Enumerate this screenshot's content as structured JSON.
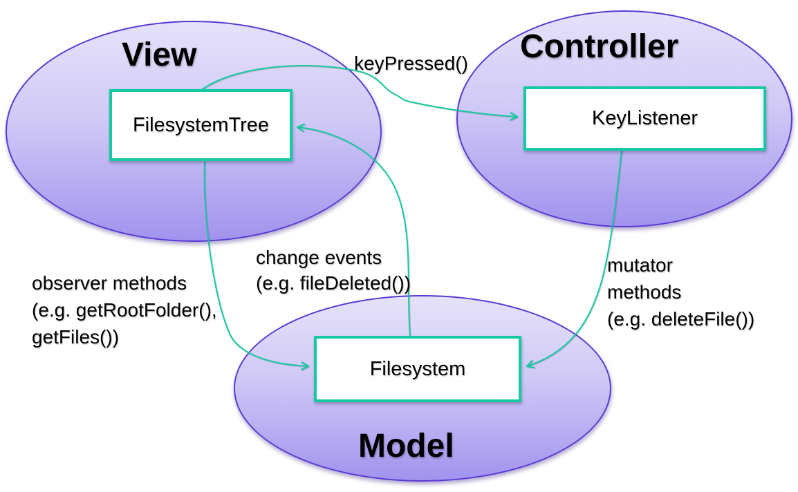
{
  "colors": {
    "ellipse_border": "#5a38d4",
    "ellipse_fill_top": "#e5e2fa",
    "ellipse_fill_bottom": "#a193ee",
    "box_border": "#15c9a0",
    "box_fill": "#ffffff",
    "arrow": "#15c9a0",
    "text": "#000000"
  },
  "regions": {
    "view": {
      "title": "View",
      "component": "FilesystemTree"
    },
    "controller": {
      "title": "Controller",
      "component": "KeyListener"
    },
    "model": {
      "title": "Model",
      "component": "Filesystem"
    }
  },
  "edges": {
    "key_pressed": {
      "from": "FilesystemTree",
      "to": "KeyListener",
      "lines": [
        "keyPressed()"
      ]
    },
    "change_events": {
      "from": "Filesystem",
      "to": "FilesystemTree",
      "lines": [
        "change events",
        "(e.g. fileDeleted())"
      ]
    },
    "observer_methods": {
      "from": "FilesystemTree",
      "to": "Filesystem",
      "lines": [
        "observer methods",
        "(e.g. getRootFolder(),",
        "getFiles())"
      ]
    },
    "mutator_methods": {
      "from": "KeyListener",
      "to": "Filesystem",
      "lines": [
        "mutator",
        "methods",
        "(e.g. deleteFile())"
      ]
    }
  }
}
